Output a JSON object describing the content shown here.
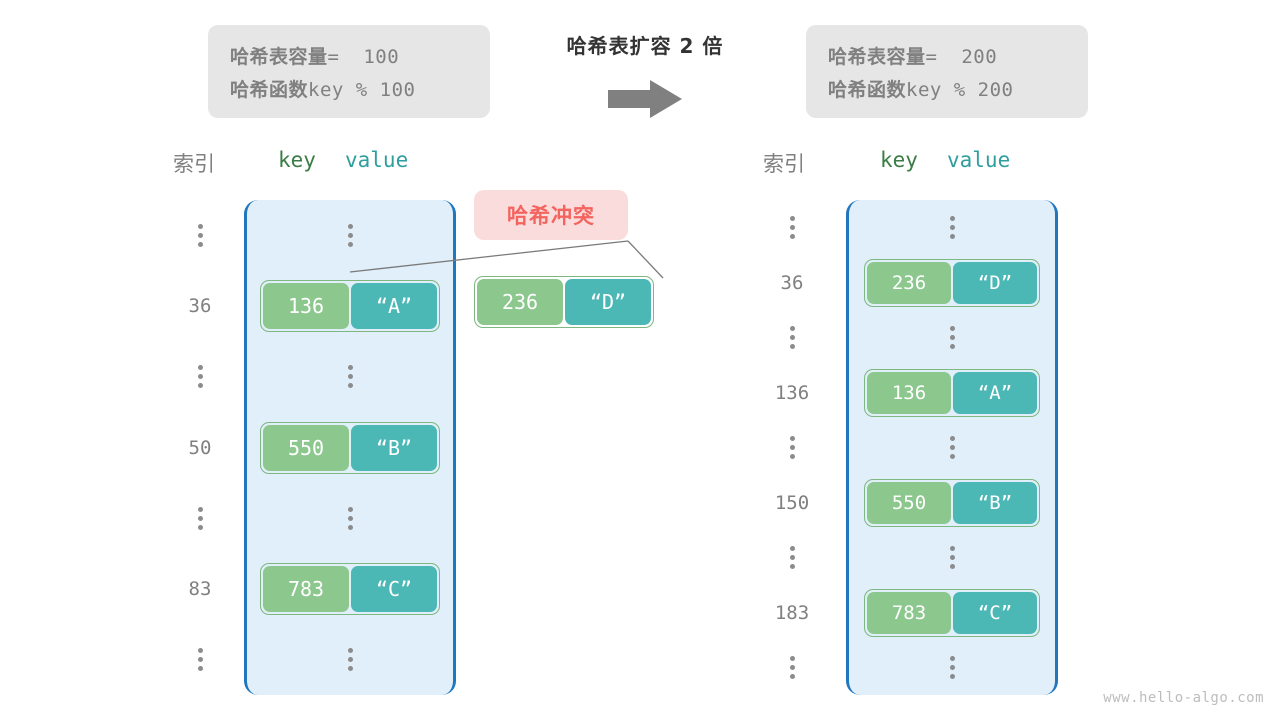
{
  "diagram": {
    "title": "哈希表扩容 2 倍",
    "watermark": "www.hello-algo.com",
    "arrow_icon": "right-arrow-icon",
    "accent_colors": {
      "frame_border": "#2176bd",
      "frame_fill": "#e1effa",
      "key_fill": "#8cc78e",
      "value_fill": "#4cb8b6",
      "pair_border": "#7cb87f",
      "badge_fill": "#fadcdc",
      "badge_text": "#f4645f",
      "info_fill": "#e6e6e6",
      "text_gray": "#808080"
    }
  },
  "info_left": {
    "capacity_label": "哈希表容量",
    "capacity_value": "=  100",
    "function_label": "哈希函数",
    "function_value": "key % 100"
  },
  "info_right": {
    "capacity_label": "哈希表容量",
    "capacity_value": "=  200",
    "function_label": "哈希函数",
    "function_value": "key % 200"
  },
  "headers": {
    "index": "索引",
    "key": "key",
    "value": "value"
  },
  "collision": {
    "badge_label": "哈希冲突",
    "pair": {
      "key": "236",
      "value": "“D”"
    }
  },
  "table_left": {
    "rows": [
      {
        "index": "⋮",
        "type": "ellipsis"
      },
      {
        "index": "36",
        "type": "entry",
        "key": "136",
        "value": "“A”"
      },
      {
        "index": "⋮",
        "type": "ellipsis"
      },
      {
        "index": "50",
        "type": "entry",
        "key": "550",
        "value": "“B”"
      },
      {
        "index": "⋮",
        "type": "ellipsis"
      },
      {
        "index": "83",
        "type": "entry",
        "key": "783",
        "value": "“C”"
      },
      {
        "index": "⋮",
        "type": "ellipsis"
      }
    ]
  },
  "table_right": {
    "rows": [
      {
        "index": "⋮",
        "type": "ellipsis"
      },
      {
        "index": "36",
        "type": "entry",
        "key": "236",
        "value": "“D”"
      },
      {
        "index": "⋮",
        "type": "ellipsis"
      },
      {
        "index": "136",
        "type": "entry",
        "key": "136",
        "value": "“A”"
      },
      {
        "index": "⋮",
        "type": "ellipsis"
      },
      {
        "index": "150",
        "type": "entry",
        "key": "550",
        "value": "“B”"
      },
      {
        "index": "⋮",
        "type": "ellipsis"
      },
      {
        "index": "183",
        "type": "entry",
        "key": "783",
        "value": "“C”"
      },
      {
        "index": "⋮",
        "type": "ellipsis"
      }
    ]
  }
}
